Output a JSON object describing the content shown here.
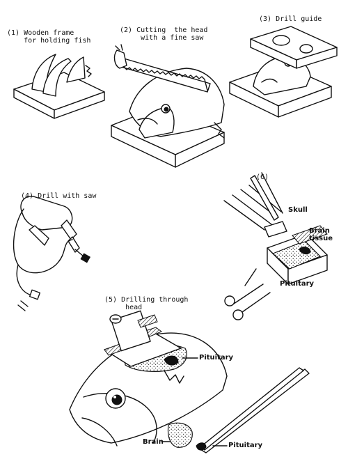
{
  "labels": {
    "step1": "(1) Wooden frame\n    for holding fish",
    "step2": "(2) Cutting  the head\n     with a fine saw",
    "step3": "(3) Drill guide",
    "step4": "(4) Drill with saw",
    "step5": "(5) Drilling through\n     head",
    "step6": "(6)",
    "skull": "Skull",
    "brain_tissue": "Brain\ntissue",
    "pituitary_6": "Pituitary",
    "pituitary_5": "Pituitary",
    "brain": "Brain",
    "pituitary_final": "Pituitary"
  },
  "colors": {
    "ink": "#111111",
    "paper": "#ffffff"
  }
}
